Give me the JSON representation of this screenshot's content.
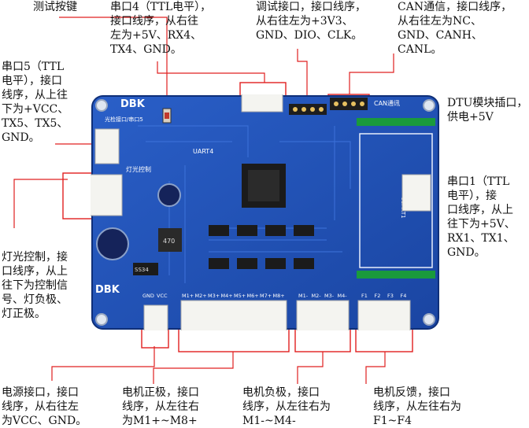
{
  "labels": {
    "test_button": [
      "测试按键"
    ],
    "uart4": [
      "串口4（TTL电平），",
      "接口线序，从右往",
      "左为+5V、RX4、",
      "TX4、GND。"
    ],
    "debug": [
      "调试接口，接口线序，",
      "从右往左为+3V3、",
      "GND、DIO、CLK。"
    ],
    "can": [
      "CAN通信，接口线序，",
      "从右往左为NC、",
      "GND、CANH、",
      "CANL。"
    ],
    "uart5": [
      "串口5（TTL",
      "电平），接口",
      "线序，从上往",
      "下为+VCC、",
      "TX5、TX5、",
      "GND。"
    ],
    "dtu": [
      "DTU模块插口，",
      "供电+5V"
    ],
    "uart1": [
      "串口1（TTL",
      "电平），接",
      "口线序，从上",
      "往下为+5V、",
      "RX1、TX1、",
      "GND。"
    ],
    "light": [
      "灯光控制，接",
      "口线序，从上",
      "往下为控制信",
      "号、灯负极、",
      "灯正极。"
    ],
    "power": [
      "电源接口，接口",
      "线序，从右往左",
      "为VCC、GND。"
    ],
    "motor_pos": [
      "电机正极，接口",
      "线序，从左往右",
      "为M1+~M8+"
    ],
    "motor_neg": [
      "电机负极，接口",
      "线序，从左往右为",
      "M1-~M4-"
    ],
    "motor_fb": [
      "电机反馈，接口",
      "线序，从左往右为",
      "F1~F4"
    ]
  },
  "board": {
    "logo": "DBK",
    "logo2": "DBK",
    "uart5_silk": "光检接口/串口5",
    "light_silk": "灯光控制",
    "uart4_silk": "UART4",
    "can_silk": "CAN通讯",
    "usart1_silk": "USART1",
    "chip_silk": "470",
    "diode_silk": "SS34",
    "power_pins": [
      "GND",
      "VCC"
    ],
    "motor_pos_pins": [
      "M1+",
      "M2+",
      "M3+",
      "M4+",
      "M5+",
      "M6+",
      "M7+",
      "M8+"
    ],
    "motor_neg_pins": [
      "M1-",
      "M2-",
      "M3-",
      "M4-"
    ],
    "feedback_pins": [
      "F1",
      "F2",
      "F3",
      "F4"
    ]
  },
  "colors": {
    "pcb": "#1f4fb4",
    "pcb_dark": "#143a8c",
    "callout": "#e02020",
    "connector": "#f4f4f0",
    "header": "#1a9a3c"
  }
}
